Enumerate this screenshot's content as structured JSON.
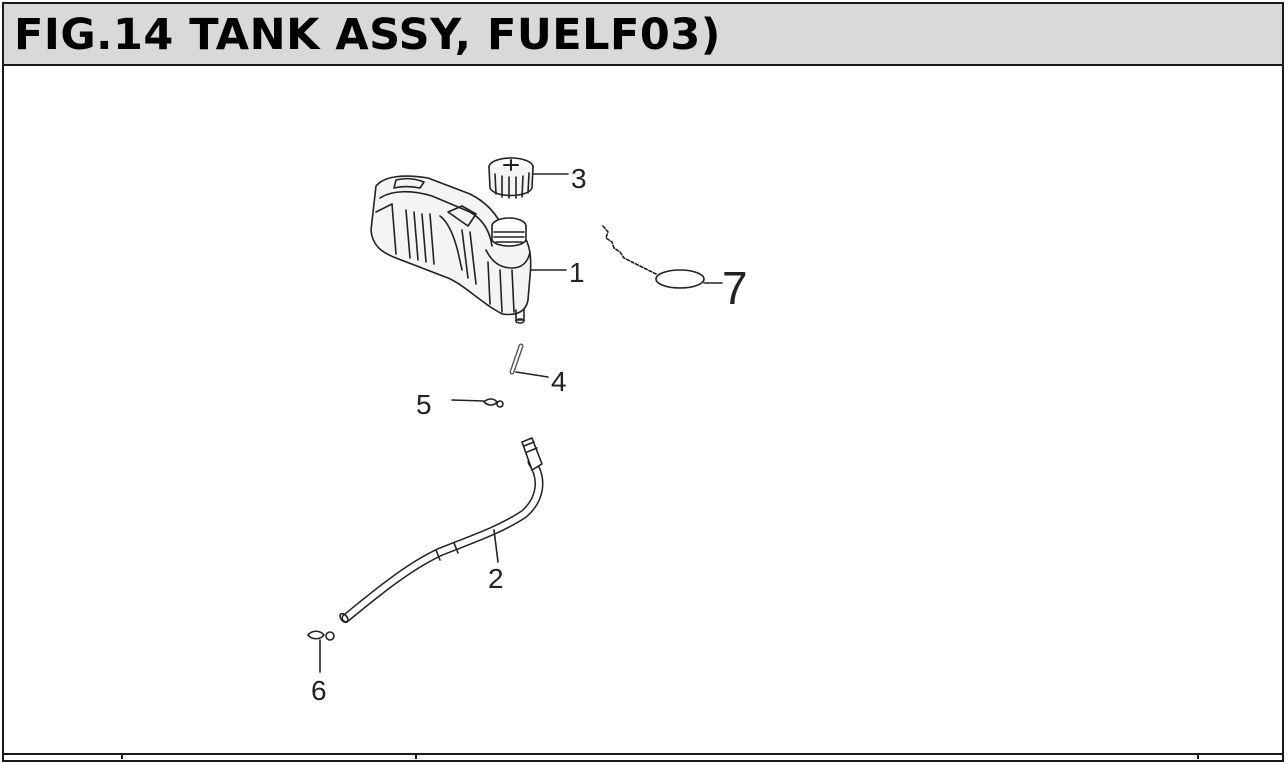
{
  "header": {
    "title": "FIG.14 TANK ASSY, FUELF03)"
  },
  "callouts": {
    "c1": "1",
    "c2": "2",
    "c3": "3",
    "c4": "4",
    "c5": "5",
    "c6": "6",
    "c7": "7"
  },
  "colors": {
    "header_bg": "#d9d9d9",
    "border": "#1a1a1a",
    "line": "#222222"
  }
}
